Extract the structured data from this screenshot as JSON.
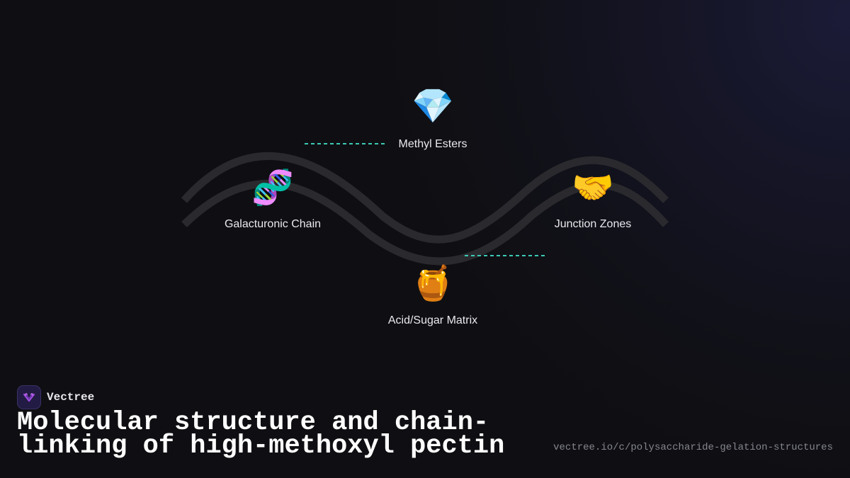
{
  "diagram": {
    "nodes": [
      {
        "id": "methyl-esters",
        "icon": "gem-icon",
        "glyph": "💎",
        "label": "Methyl Esters"
      },
      {
        "id": "galacturonic-chain",
        "icon": "dna-icon",
        "glyph": "🧬",
        "label": "Galacturonic Chain"
      },
      {
        "id": "junction-zones",
        "icon": "handshake-icon",
        "glyph": "🤝",
        "label": "Junction Zones"
      },
      {
        "id": "acid-sugar-matrix",
        "icon": "honey-pot-icon",
        "glyph": "🍯",
        "label": "Acid/Sugar Matrix"
      }
    ],
    "colors": {
      "background": "#0f0f13",
      "wave": "#2a2a2e",
      "connector": "#3cc9b5",
      "glow": "#1c1c3a"
    }
  },
  "brand": {
    "name": "Vectree",
    "logo_icon": "vectree-logo-icon"
  },
  "title": "Molecular structure and chain-linking of high-methoxyl pectin",
  "url": "vectree.io/c/polysaccharide-gelation-structures"
}
